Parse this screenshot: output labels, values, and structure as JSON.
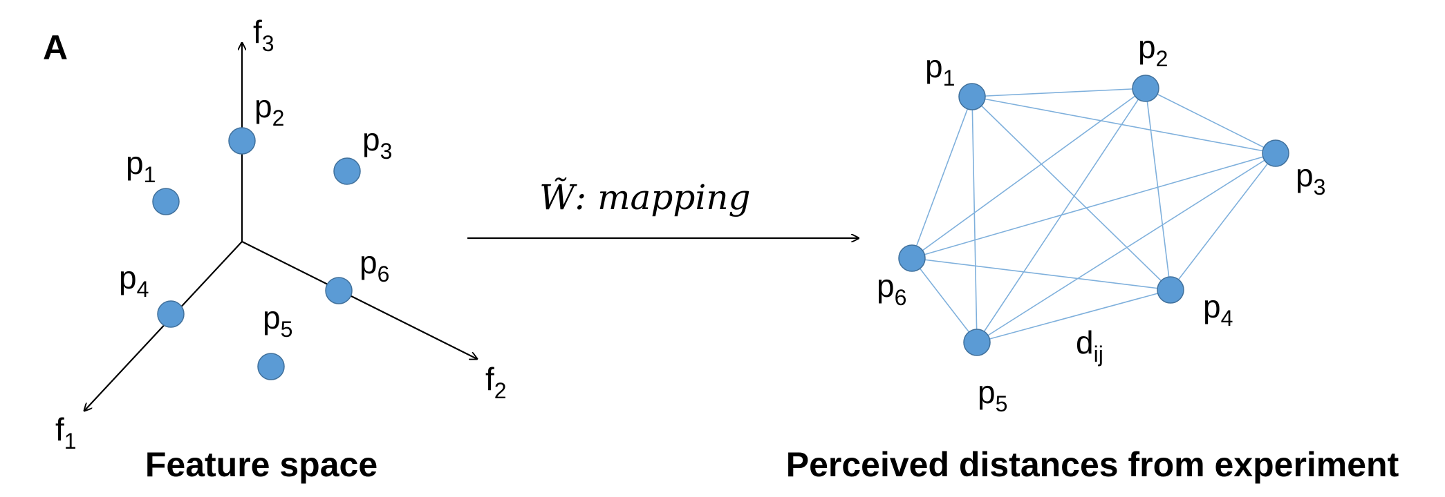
{
  "panel_label": "A",
  "captions": {
    "left": "Feature space",
    "right": "Perceived distances from experiment"
  },
  "mapping_label": "W̃: mapping",
  "distance_label": {
    "base": "d",
    "sub": "ij"
  },
  "colors": {
    "node_fill": "#5b9bd5",
    "node_stroke": "#41719c",
    "edge": "#7fb0dc",
    "axis": "#000000"
  },
  "feature_space": {
    "axes": [
      {
        "base": "f",
        "sub": "1"
      },
      {
        "base": "f",
        "sub": "2"
      },
      {
        "base": "f",
        "sub": "3"
      }
    ],
    "points": [
      {
        "base": "p",
        "sub": "1"
      },
      {
        "base": "p",
        "sub": "2"
      },
      {
        "base": "p",
        "sub": "3"
      },
      {
        "base": "p",
        "sub": "4"
      },
      {
        "base": "p",
        "sub": "5"
      },
      {
        "base": "p",
        "sub": "6"
      }
    ]
  },
  "distance_graph": {
    "nodes": [
      {
        "base": "p",
        "sub": "1"
      },
      {
        "base": "p",
        "sub": "2"
      },
      {
        "base": "p",
        "sub": "3"
      },
      {
        "base": "p",
        "sub": "4"
      },
      {
        "base": "p",
        "sub": "5"
      },
      {
        "base": "p",
        "sub": "6"
      }
    ],
    "edges": "all-pairs"
  }
}
